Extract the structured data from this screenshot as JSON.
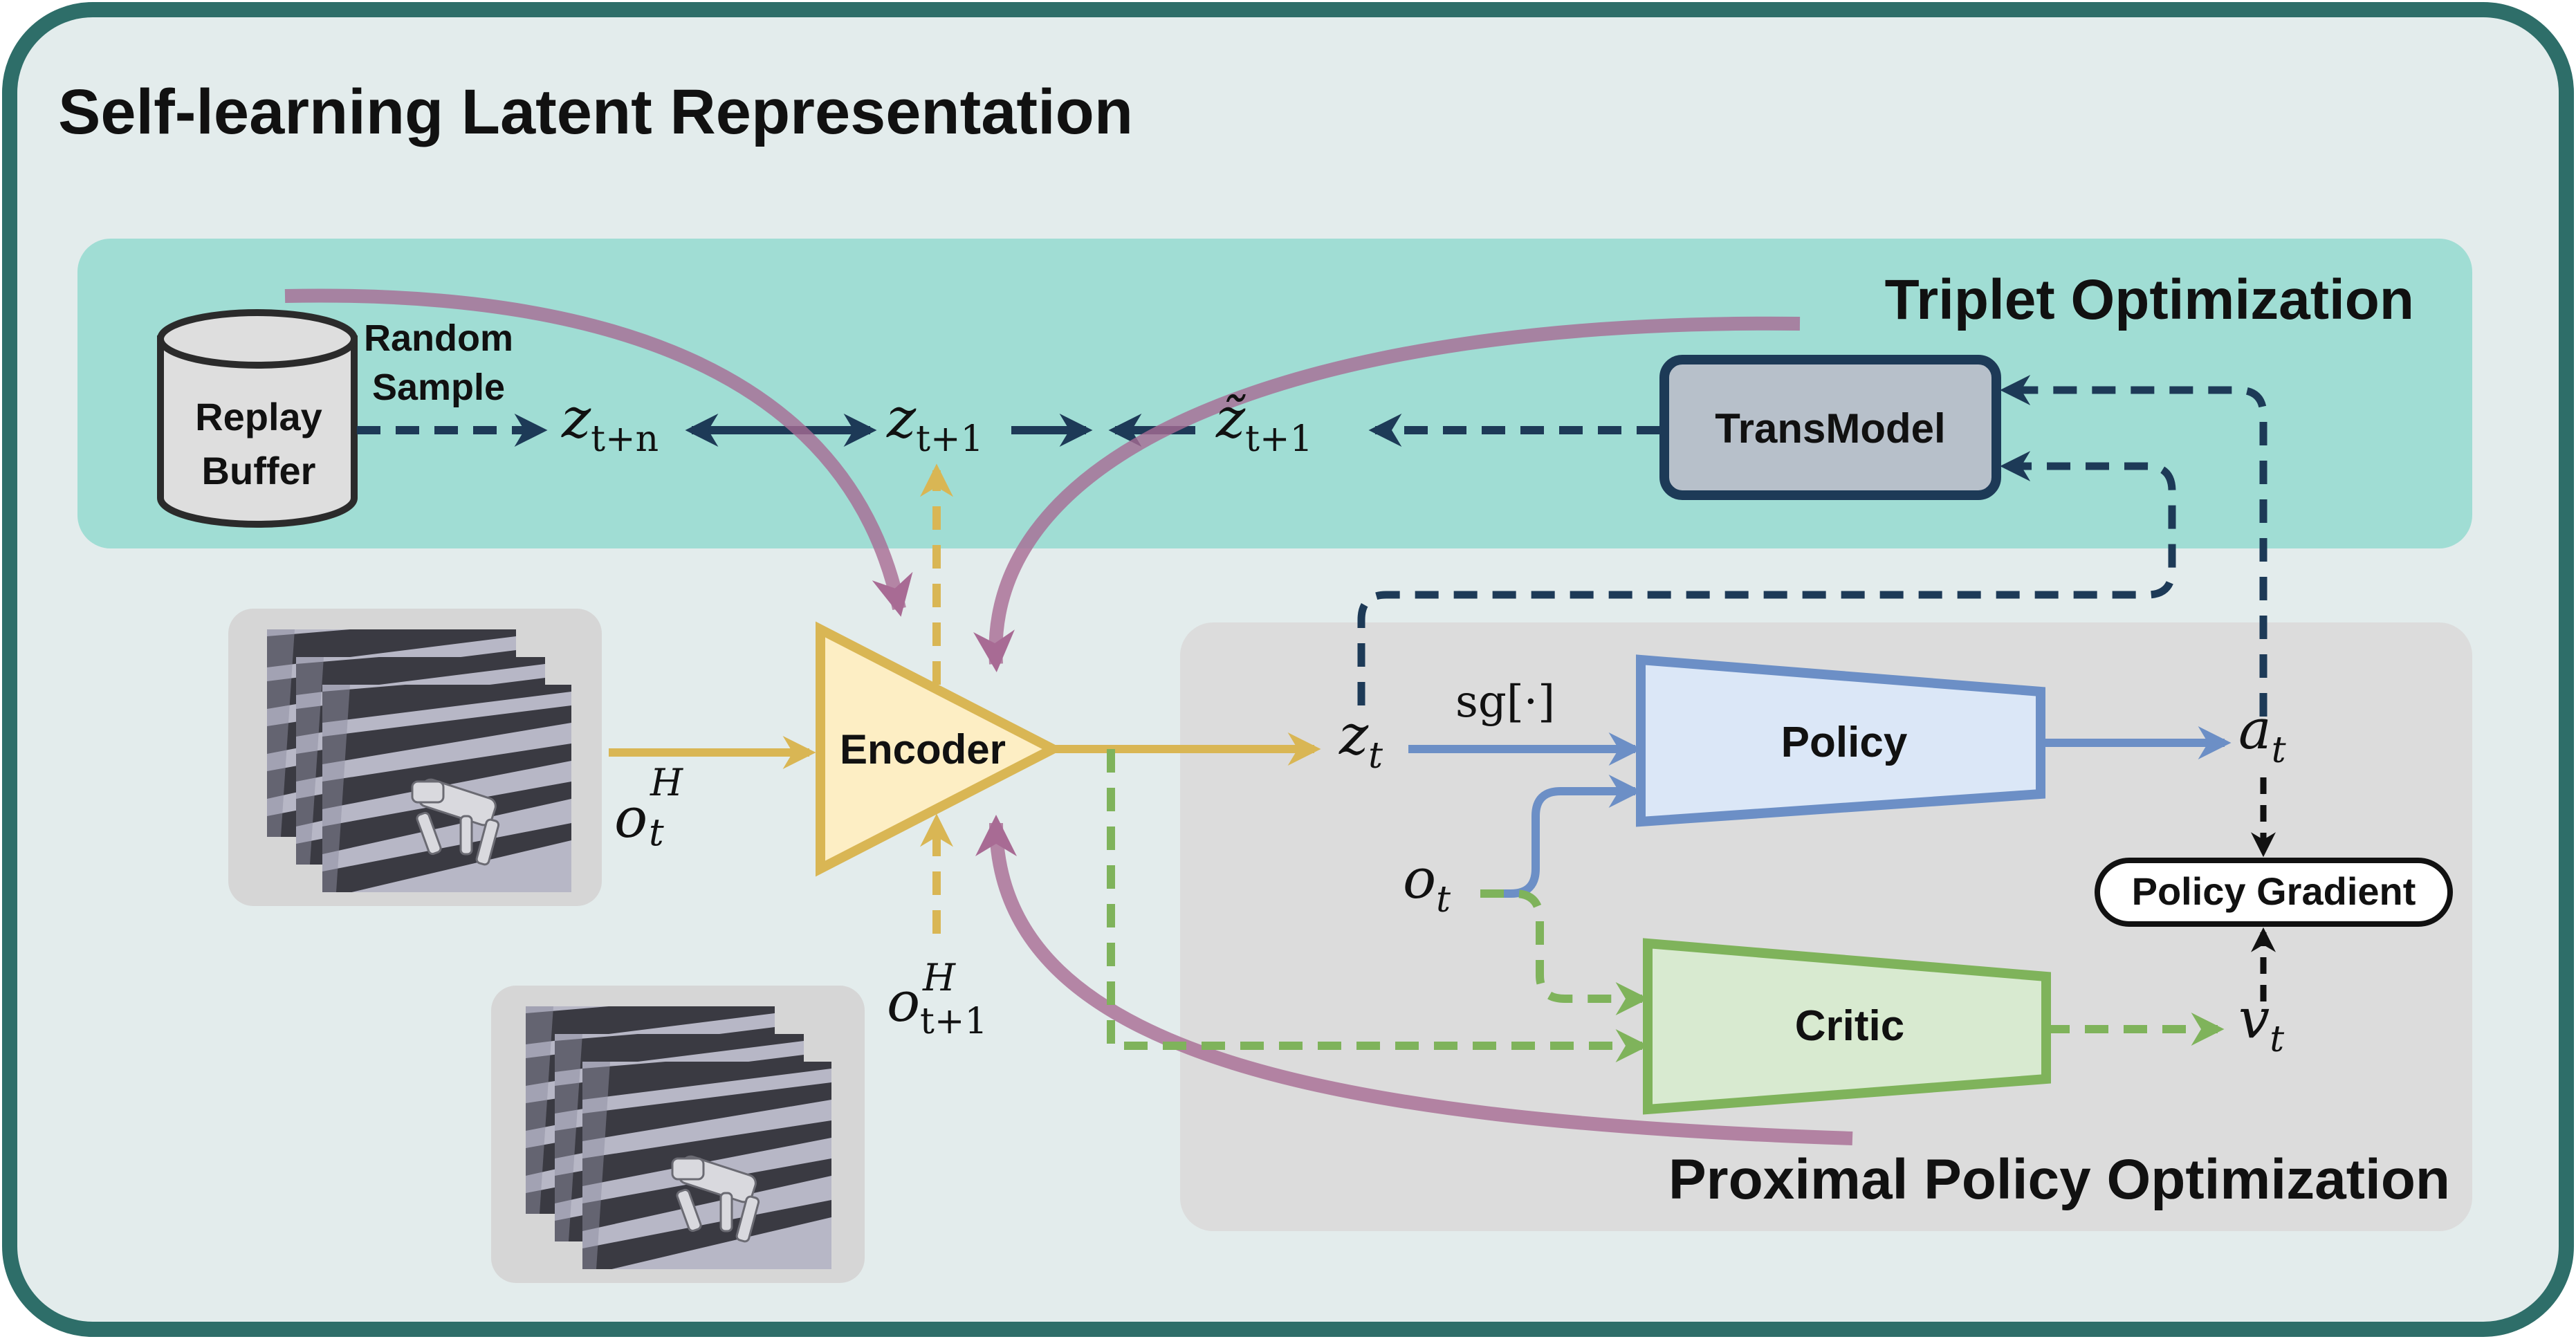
{
  "title": "Self-learning Latent Representation",
  "sections": {
    "triplet": "Triplet Optimization",
    "ppo": "Proximal Policy Optimization"
  },
  "blocks": {
    "replay_buffer_line1": "Replay",
    "replay_buffer_line2": "Buffer",
    "random_sample_line1": "Random",
    "random_sample_line2": "Sample",
    "transmodel": "TransModel",
    "encoder": "Encoder",
    "policy": "Policy",
    "critic": "Critic",
    "policy_gradient": "Policy Gradient"
  },
  "symbols": {
    "z_tn_base": "z",
    "z_tn_sub": "t+n",
    "z_t1_base": "z",
    "z_t1_sub": "t+1",
    "ztilde_base": "z̃",
    "ztilde_sub": "t+1",
    "zt_base": "z",
    "zt_sub": "t",
    "oH_base": "o",
    "oH_sup": "H",
    "oH_sub": "t",
    "oH1_base": "o",
    "oH1_sup": "H",
    "oH1_sub": "t+1",
    "ot_base": "o",
    "ot_sub": "t",
    "at_base": "a",
    "at_sub": "t",
    "vt_base": "v",
    "vt_sub": "t",
    "sg": "sg[·]"
  },
  "colors": {
    "frame_border": "#2e6e69",
    "frame_fill": "#e3ecec",
    "triplet_fill": "#a0ddd4",
    "ppo_fill": "#dcdcdc",
    "navy": "#1d3a57",
    "gold": "#d9b654",
    "blue": "#6c8fc6",
    "green": "#7fb35b",
    "mauve": "#a86b94"
  }
}
